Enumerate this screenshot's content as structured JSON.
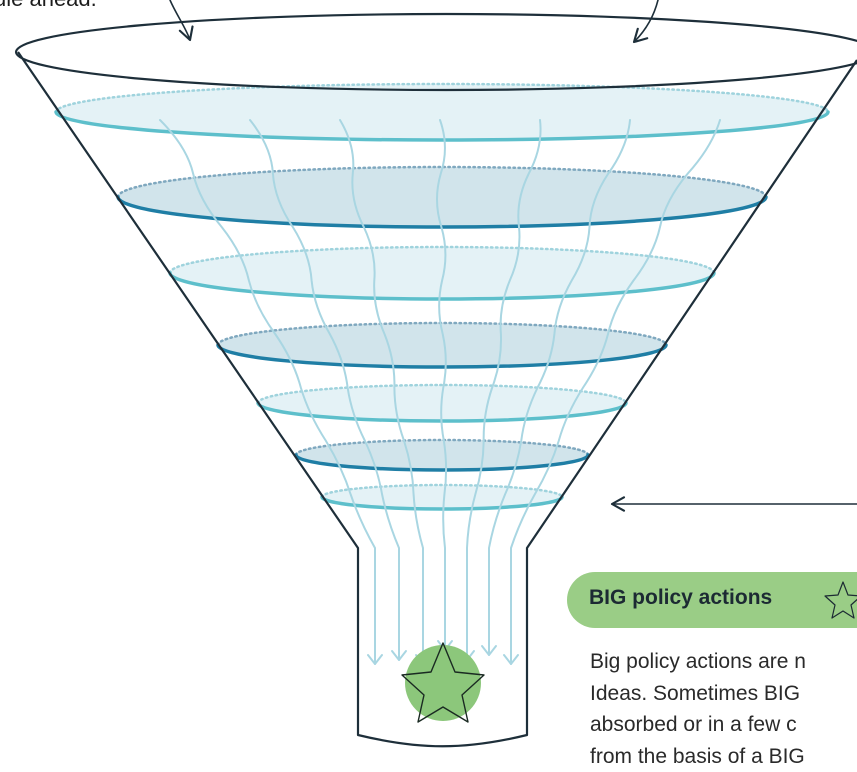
{
  "top_caption": "ule ahead.",
  "section": {
    "badge_label": "BIG policy actions",
    "badge_icon": "star-outline-icon",
    "body_lines": [
      "Big policy actions are n",
      "Ideas. Sometimes BIG",
      "absorbed or in a few c",
      "from the basis of a BIG"
    ]
  },
  "funnel": {
    "layers": 7,
    "streams": 7,
    "outlet_icon": "star-icon"
  },
  "colors": {
    "outline": "#1e2f3a",
    "light_layer_fill": "#dff0f4",
    "dark_layer_fill": "#c9dfe8",
    "light_rim": "#5dbfcb",
    "dark_rim": "#1f7ea5",
    "stream": "#a9d6e2",
    "badge_fill": "#9acd86",
    "star_circle": "#8cc77b"
  }
}
